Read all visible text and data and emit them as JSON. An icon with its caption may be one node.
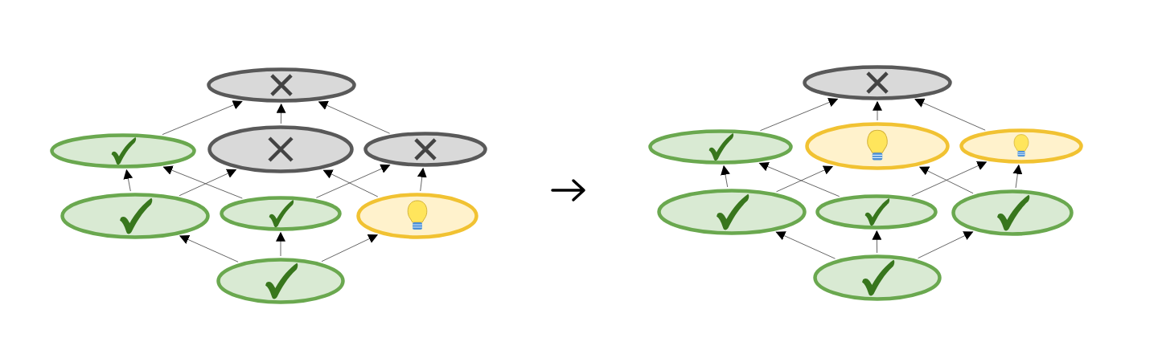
{
  "diagram": {
    "nodes": [
      {
        "text": [],
        "shape": "ellipse"
      },
      {
        "text": [],
        "shape": "ellipse"
      },
      {
        "text": [],
        "shape": "ellipse"
      },
      {
        "text": [],
        "shape": "ellipse"
      },
      {
        "text": [],
        "shape": "ellipse"
      },
      {
        "text": [],
        "shape": "ellipse"
      },
      {
        "text": [],
        "shape": "ellipse"
      },
      {
        "text": [],
        "shape": "ellipse"
      },
      {
        "text": [],
        "shape": "ellipse"
      },
      {
        "text": [],
        "shape": "ellipse"
      },
      {
        "text": [],
        "shape": "ellipse"
      },
      {
        "text": [],
        "shape": "ellipse"
      },
      {
        "text": [],
        "shape": "ellipse"
      },
      {
        "text": [],
        "shape": "ellipse"
      },
      {
        "text": [],
        "shape": "ellipse"
      },
      {
        "text": [],
        "shape": "ellipse"
      }
    ],
    "edges": [
      {
        "from": 1,
        "to": 0,
        "arrow": "to"
      },
      {
        "from": 2,
        "to": 0,
        "arrow": "to"
      },
      {
        "from": 3,
        "to": 0,
        "arrow": "to"
      },
      {
        "from": 4,
        "to": 1,
        "arrow": "to"
      },
      {
        "from": 4,
        "to": 2,
        "arrow": "to"
      },
      {
        "from": 5,
        "to": 1,
        "arrow": "to"
      },
      {
        "from": 5,
        "to": 3,
        "arrow": "to"
      },
      {
        "from": 6,
        "to": 2,
        "arrow": "to"
      },
      {
        "from": 6,
        "to": 3,
        "arrow": "to"
      },
      {
        "from": 7,
        "to": 4,
        "arrow": "to"
      },
      {
        "from": 7,
        "to": 5,
        "arrow": "to"
      },
      {
        "from": 7,
        "to": 6,
        "arrow": "to"
      },
      {
        "from": 9,
        "to": 8,
        "arrow": "to"
      },
      {
        "from": 10,
        "to": 8,
        "arrow": "to"
      },
      {
        "from": 11,
        "to": 8,
        "arrow": "to"
      },
      {
        "from": 12,
        "to": 9,
        "arrow": "to"
      },
      {
        "from": 12,
        "to": 10,
        "arrow": "to"
      },
      {
        "from": 13,
        "to": 9,
        "arrow": "to"
      },
      {
        "from": 13,
        "to": 11,
        "arrow": "to"
      },
      {
        "from": 14,
        "to": 10,
        "arrow": "to"
      },
      {
        "from": 14,
        "to": 11,
        "arrow": "to"
      },
      {
        "from": 15,
        "to": 12,
        "arrow": "to"
      },
      {
        "from": 15,
        "to": 13,
        "arrow": "to"
      },
      {
        "from": 15,
        "to": 14,
        "arrow": "to"
      }
    ]
  }
}
